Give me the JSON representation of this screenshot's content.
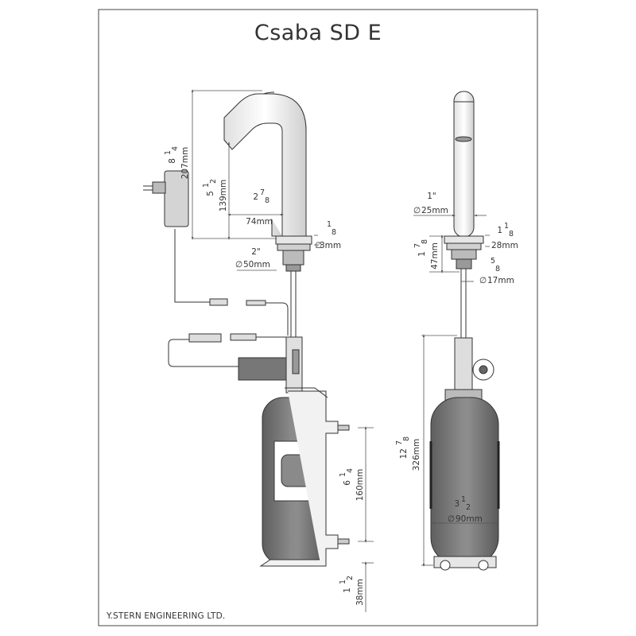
{
  "title": "Csaba SD E",
  "company": "Y.STERN ENGINEERING LTD.",
  "colors": {
    "line": "#333333",
    "dim": "#555555",
    "body_fill": "#6f6f6f",
    "body_light": "#a8a8a8",
    "background": "#ffffff"
  },
  "side_view": {
    "height_overall": {
      "inch_whole": "8",
      "inch_num": "1",
      "inch_den": "4",
      "mm": "207mm"
    },
    "height_spout": {
      "inch_whole": "5",
      "inch_num": "1",
      "inch_den": "2",
      "mm": "139mm"
    },
    "reach": {
      "inch_whole": "2",
      "inch_num": "7",
      "inch_den": "8",
      "mm": "74mm"
    },
    "base_diameter": {
      "inch_whole": "2\"",
      "mm": "50mm"
    },
    "hole_small": {
      "inch_num": "1",
      "inch_den": "8",
      "mm": "3mm"
    },
    "mount_spacing": {
      "inch_whole": "6",
      "inch_num": "1",
      "inch_den": "4",
      "mm": "160mm"
    },
    "bottom_clearance": {
      "inch_whole": "1",
      "inch_num": "1",
      "inch_den": "2",
      "mm": "38mm"
    }
  },
  "front_view": {
    "spout_diameter": {
      "inch_whole": "1\"",
      "mm": "25mm"
    },
    "flange": {
      "inch_whole": "1",
      "inch_num": "1",
      "inch_den": "8",
      "mm": "28mm"
    },
    "deck_thickness": {
      "inch_whole": "1",
      "inch_num": "7",
      "inch_den": "8",
      "mm": "47mm"
    },
    "shank": {
      "inch_num": "5",
      "inch_den": "8",
      "mm": "17mm"
    },
    "tank_height": {
      "inch_whole": "12",
      "inch_num": "7",
      "inch_den": "8",
      "mm": "326mm"
    },
    "tank_diameter": {
      "inch_whole": "3",
      "inch_num": "1",
      "inch_den": "2",
      "mm": "90mm"
    }
  }
}
